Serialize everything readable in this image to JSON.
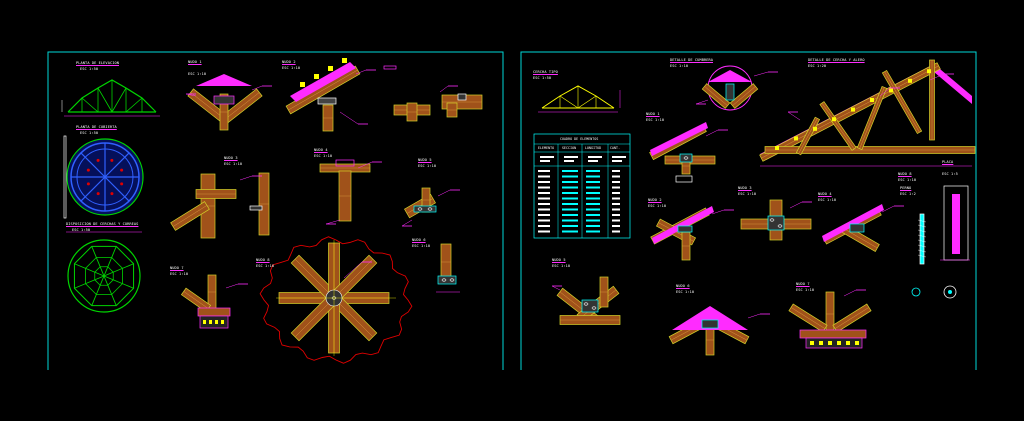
{
  "colors": {
    "background": "#000000",
    "frame": "#00d7d7",
    "timber": "#a0521a",
    "timber_edge": "#d2d229",
    "annotation": "#ff2bff",
    "green": "#00d400",
    "blue": "#3060ff",
    "red": "#e00000",
    "yellow": "#ffff00",
    "cyan": "#00ffff",
    "white": "#ffffff"
  },
  "sheet_left": {
    "details": [
      {
        "title": "PLANTA DE ELEVACION",
        "scale": "ESC 1:50"
      },
      {
        "title": "PLANTA DE CUBIERTA",
        "scale": "ESC 1:50"
      },
      {
        "title": "DISPOSICION DE CERCHAS Y CORREAS",
        "scale": "ESC 1:50"
      },
      {
        "title": "NUDO 1",
        "scale": "ESC 1:10"
      },
      {
        "title": "NUDO 2",
        "scale": "ESC 1:10"
      },
      {
        "title": "NUDO 3",
        "scale": "ESC 1:10"
      },
      {
        "title": "NUDO 4",
        "scale": "ESC 1:10"
      },
      {
        "title": "NUDO 5",
        "scale": "ESC 1:10"
      },
      {
        "title": "NUDO 6",
        "scale": "ESC 1:10"
      },
      {
        "title": "NUDO 7",
        "scale": "ESC 1:10"
      },
      {
        "title": "NUDO 8",
        "scale": "ESC 1:10"
      }
    ]
  },
  "sheet_right": {
    "details": [
      {
        "title": "CERCHA TIPO",
        "scale": "ESC 1:50"
      },
      {
        "title": "DETALLE DE CUMBRERA",
        "scale": "ESC 1:10"
      },
      {
        "title": "DETALLE DE CERCHA Y ALERO",
        "scale": "ESC 1:20"
      },
      {
        "title": "NUDO 1",
        "scale": "ESC 1:10"
      },
      {
        "title": "NUDO 2",
        "scale": "ESC 1:10"
      },
      {
        "title": "NUDO 3",
        "scale": "ESC 1:10"
      },
      {
        "title": "NUDO 4",
        "scale": "ESC 1:10"
      },
      {
        "title": "NUDO 5",
        "scale": "ESC 1:10"
      },
      {
        "title": "NUDO 6",
        "scale": "ESC 1:10"
      },
      {
        "title": "NUDO 7",
        "scale": "ESC 1:10"
      },
      {
        "title": "NUDO 8",
        "scale": "ESC 1:10"
      },
      {
        "title": "PERNO",
        "scale": "ESC 1:2"
      },
      {
        "title": "PLACA",
        "scale": "ESC 1:5"
      }
    ],
    "table": {
      "title": "CUADRO DE ELEMENTOS",
      "header": [
        "ELEMENTO",
        "SECCION",
        "LONGITUD",
        "CANT."
      ],
      "row_count": 12
    }
  }
}
